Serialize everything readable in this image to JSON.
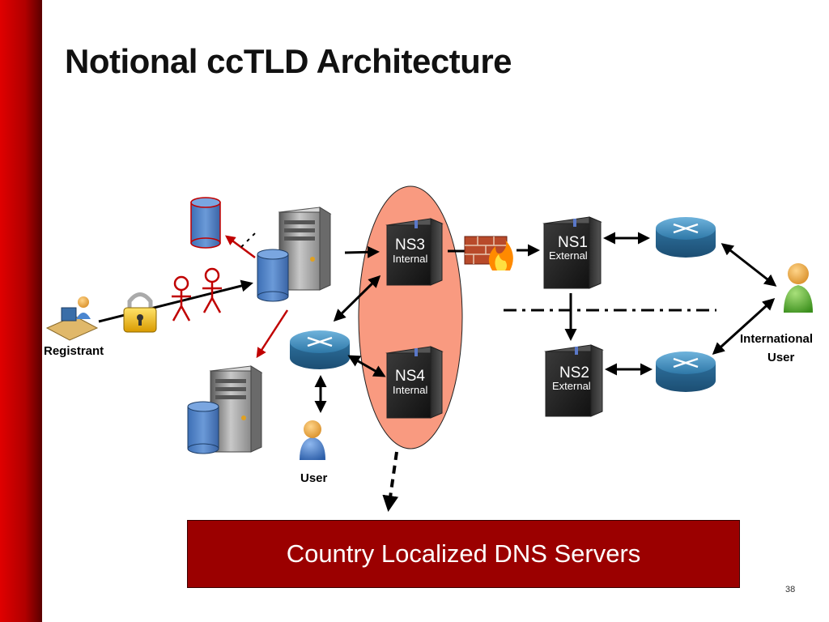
{
  "slide": {
    "title": "Notional ccTLD Architecture",
    "banner_text": "Country Localized DNS Servers",
    "page_number": "38"
  },
  "labels": {
    "registrant": "Registrant",
    "user": "User",
    "international_user_line1": "International",
    "international_user_line2": "User"
  },
  "servers": {
    "ns1": {
      "name": "NS1",
      "role": "External"
    },
    "ns2": {
      "name": "NS2",
      "role": "External"
    },
    "ns3": {
      "name": "NS3",
      "role": "Internal"
    },
    "ns4": {
      "name": "NS4",
      "role": "Internal"
    }
  },
  "colors": {
    "accent_red": "#9b0000",
    "sidebar_red": "#c00000",
    "ellipse_fill": "#f99a80",
    "router_blue": "#3a86b8",
    "db_blue": "#4a80c8"
  }
}
